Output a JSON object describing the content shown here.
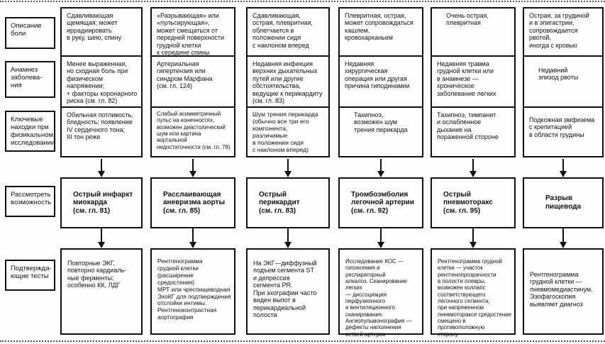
{
  "palette": {
    "border": "#111111",
    "background": "#fdfdfb",
    "text": "#111111"
  },
  "row_labels": [
    "Описание\nболи",
    "Анамнез\nзаболева-\nния",
    "Ключевые\nнаходки при\nфизикальном\nисследовании",
    "Рассмотреть\nвозможность",
    "Подтвержда-\nющие тесты"
  ],
  "columns": [
    {
      "description": "Сдавливающая\nщемящая; может\nиррадиировать\nв руку, шею, спину",
      "anamnesis": "Менее выраженная,\nно сходная боль при\nфизическом\nнапряжении;\n+ факторы коронарного\nриска (см. гл. 82)",
      "findings": "Обильная потливость,\nбледность; появление\nIV сердечного тона;\nIII тон реже",
      "diagnosis": "Острый инфаркт\nмиокарда\n(см. гл. 81)",
      "tests": "Повторные ЭКГ,\nповторно кардиаль-\nные ферменты;\nособенно КК, ЛДГ"
    },
    {
      "description": "«Разрывающая» или\n«пульсирующая»,\nможет смещаться от\nпередней поверхности\nгрудной клетки\nк середине спины",
      "anamnesis": "Артериальная\nгипертензия или\nсиндром Марфана\n(см. гл. 124)",
      "findings": "Слабый асимметричный\nпульс на конечностях,\nвозможен диастолический\nшум или картина\nаортальной\nнедостаточности (см. гл. 78)",
      "diagnosis": "Расслаивающая\nаневризма аорты\n(см. гл. 85)",
      "tests": "Рентгенограмма\nгрудной клетки\n(расширение средостения)\nМРТ или чреспищеводная\nЭхоКГ для подтверждения\nотслойки интимы.\nРентгеноконтрастная\nаортография"
    },
    {
      "description": "Сдавливающая,\nострая, плевритная,\nоблегчается в\nположении сидя\nс наклоном вперед",
      "anamnesis": "Недавняя инфекция\nверхних дыхательных\nпутей или другие\nобстоятельства,\nведущие к перикардиту\n(см. гл. 83)",
      "findings": "Шум трения перикарда\n(обычно все три его\nкомпонента,\nразличимые\nв положении сидя\nс наклоном вперед)",
      "diagnosis": "Острый перикардит\n(см. гл. 83)",
      "tests": "На ЭКГ—диффузный\nподъем сегмента ST\nи депрессия\nсегмента PR.\nПри эхографии часто\nвиден выпот в\nперикардиальной\nполости"
    },
    {
      "description": "Плевритная, острая,\nможет сопровождаться\nкашлем,\nкровохарканьем",
      "anamnesis": "Недавняя\nхирургическая\nоперация или другая\nпричина гиподинамии",
      "findings": "Тахипноэ,\nвозможен шум\nтрения перикарда",
      "diagnosis": "Тромбоэмболия\nлегочной артерии\n(см. гл. 92)",
      "tests": "Исследование КОС —\nгипоксемия и респираторный\nалкалоз. Сканирование легких\n— диссоциация перфузионного\nи вентиляционного\nсканирования.\nАнгиопульмонография —\nдефекты наполнения\nветвей артерии"
    },
    {
      "description": "Очень острая,\nплевритная",
      "anamnesis": "Недавняя травма\nгрудной клетки или\nв анамнезе —\nхроническое\nзаболевание легких",
      "findings": "Тахипноэ, тимпанит\nи ослабленное\nдыхание на\nпораженной стороне",
      "diagnosis": "Острый\nпневмоторакс\n(см. гл. 95)",
      "tests": "Рентгенограмма грудной\nклетки — участок\nрентгенопрозрачности\nв полости плевры,\nвозможен коллапс\nсоответствующего\nлегочного сегмента;\nпри напряженном\nпневмотораксе средостение\nсмещено в противоположную\nсторону"
    },
    {
      "description": "Острая, за грудиной\nи в эпигастрии,\nсопровождается\nрвотой,\nиногда с кровью",
      "anamnesis": "Недавний\nэпизод рвоты",
      "findings": "Подкожная эмфизема\nс крепитацией\nв области грудины",
      "diagnosis": "Разрыв\nпищевода",
      "tests": "Рентгенограмма\nгрудной клетки —\nпневмомедиастинум.\nЭзофагоскопия\nвыявляет диагноз"
    }
  ]
}
